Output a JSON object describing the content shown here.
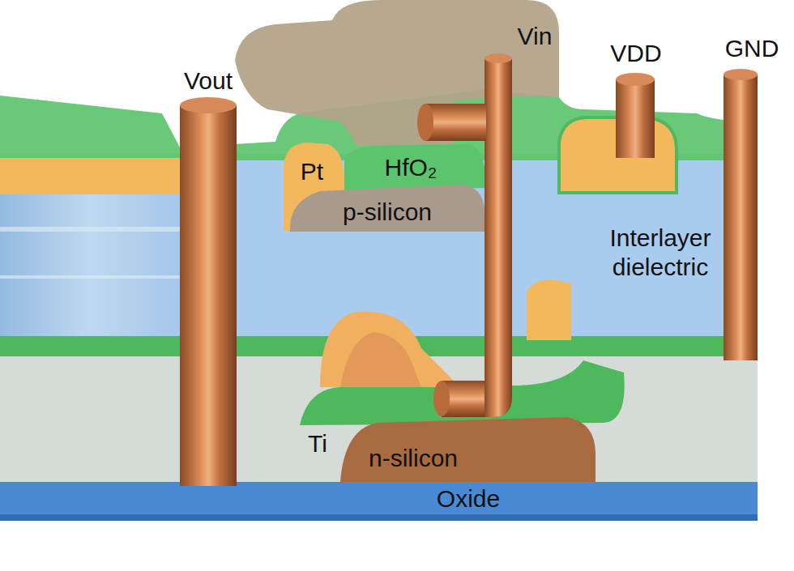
{
  "diagram": {
    "labels": [
      "Vout",
      "Vin",
      "VDD",
      "GND",
      "Pt",
      "HfO₂",
      "p-silicon",
      "Interlayer dielectric",
      "Ti",
      "n-silicon",
      "Oxide"
    ]
  }
}
